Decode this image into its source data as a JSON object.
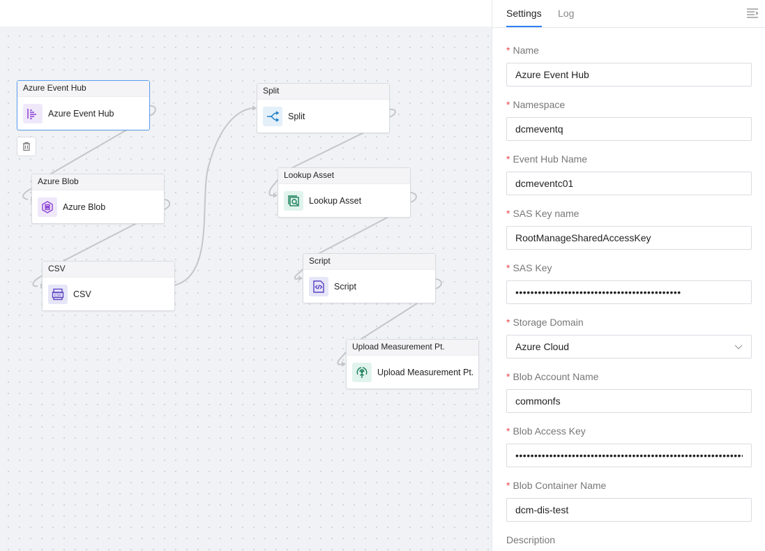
{
  "canvas": {
    "nodes": [
      {
        "id": "azure-event-hub",
        "title": "Azure Event Hub",
        "label": "Azure Event Hub",
        "icon": "event-hub-icon"
      },
      {
        "id": "azure-blob",
        "title": "Azure Blob",
        "label": "Azure Blob",
        "icon": "blob-icon"
      },
      {
        "id": "csv",
        "title": "CSV",
        "label": "CSV",
        "icon": "csv-icon",
        "icon_text": "CSV"
      },
      {
        "id": "split",
        "title": "Split",
        "label": "Split",
        "icon": "split-icon"
      },
      {
        "id": "lookup-asset",
        "title": "Lookup Asset",
        "label": "Lookup Asset",
        "icon": "lookup-asset-icon"
      },
      {
        "id": "script",
        "title": "Script",
        "label": "Script",
        "icon": "script-icon"
      },
      {
        "id": "upload-measurement",
        "title": "Upload Measurement Pt.",
        "label": "Upload Measurement Pt.",
        "icon": "upload-measurement-icon"
      }
    ],
    "delete_icon": "trash-icon"
  },
  "panel": {
    "tabs": [
      {
        "label": "Settings",
        "active": true
      },
      {
        "label": "Log",
        "active": false
      }
    ],
    "menu_icon": "collapse-menu-icon",
    "fields": {
      "name": {
        "label": "Name",
        "value": "Azure Event Hub",
        "required": "*"
      },
      "namespace": {
        "label": "Namespace",
        "value": "dcmeventq",
        "required": "*"
      },
      "event_hub_name": {
        "label": "Event Hub Name",
        "value": "dcmeventc01",
        "required": "*"
      },
      "sas_key_name": {
        "label": "SAS Key name",
        "value": "RootManageSharedAccessKey",
        "required": "*"
      },
      "sas_key": {
        "label": "SAS Key",
        "value": "••••••••••••••••••••••••••••••••••••••••••••",
        "required": "*"
      },
      "storage_domain": {
        "label": "Storage Domain",
        "value": "Azure Cloud",
        "required": "*"
      },
      "blob_account_name": {
        "label": "Blob Account Name",
        "value": "commonfs",
        "required": "*"
      },
      "blob_access_key": {
        "label": "Blob Access Key",
        "value": "•••••••••••••••••••••••••••••••••••••••••••••••••••••••••••••••••••••••",
        "required": "*"
      },
      "blob_container_name": {
        "label": "Blob Container Name",
        "value": "dcm-dis-test",
        "required": "*"
      },
      "description": {
        "label": "Description"
      }
    }
  },
  "colors": {
    "accent": "#2d7ff9",
    "required": "#e5484d",
    "selected_node_border": "#5b9df2",
    "canvas_bg": "#f1f2f5"
  }
}
